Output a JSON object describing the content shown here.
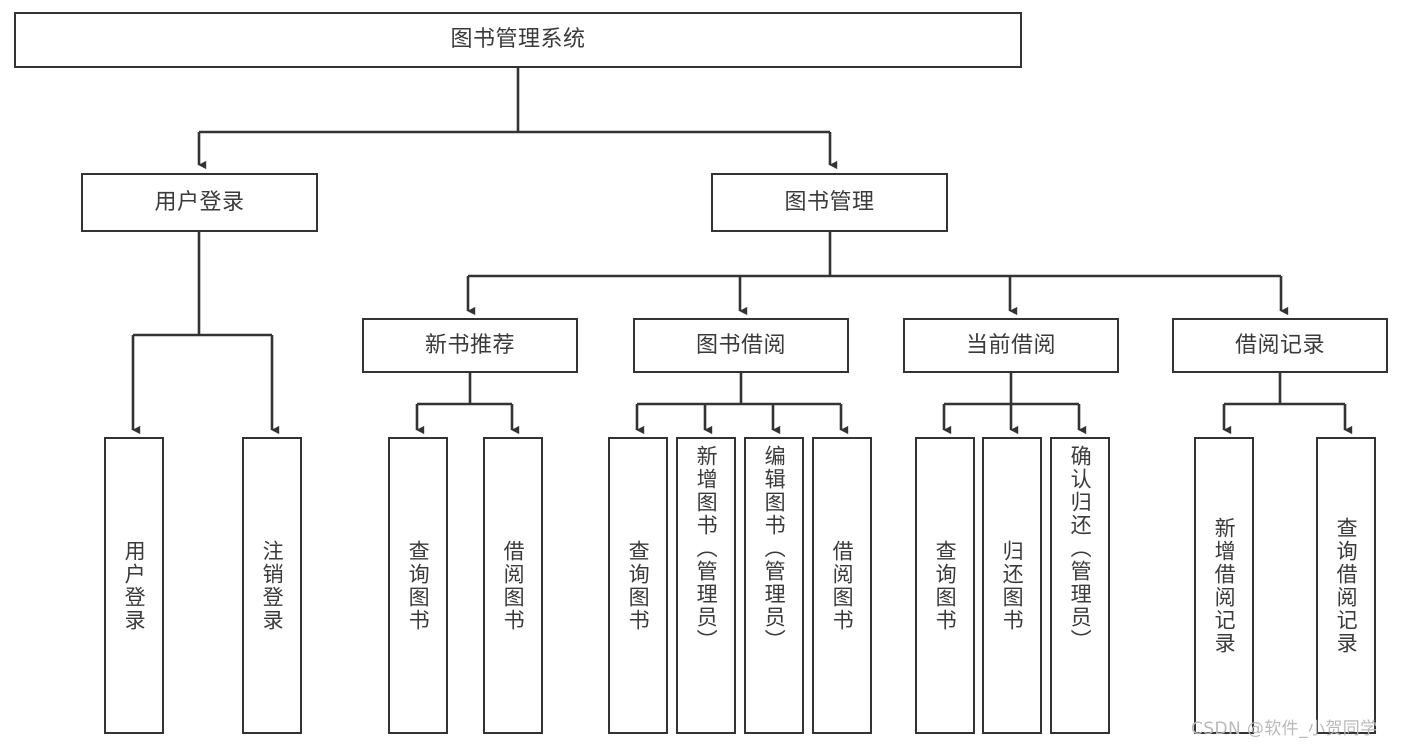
{
  "diagram": {
    "type": "tree-hierarchy",
    "title": "图书管理系统",
    "watermark": "CSDN @软件_小贺同学",
    "colors": {
      "background": "#ffffff",
      "stroke": "#333333",
      "text": "#3a3a3a",
      "watermark": "#b9b9b9"
    },
    "root": {
      "label": "图书管理系统"
    },
    "level2": [
      {
        "label": "用户登录"
      },
      {
        "label": "图书管理"
      }
    ],
    "level3": [
      {
        "label": "新书推荐"
      },
      {
        "label": "图书借阅"
      },
      {
        "label": "当前借阅"
      },
      {
        "label": "借阅记录"
      }
    ],
    "leaves": {
      "user_login": [
        {
          "label": "用户登录"
        },
        {
          "label": "注销登录"
        }
      ],
      "new_book_recommend": [
        {
          "label": "查询图书"
        },
        {
          "label": "借阅图书"
        }
      ],
      "book_borrow": [
        {
          "label": "查询图书"
        },
        {
          "label": "新增图书（管理员）"
        },
        {
          "label": "编辑图书（管理员）"
        },
        {
          "label": "借阅图书"
        }
      ],
      "current_borrow": [
        {
          "label": "查询图书"
        },
        {
          "label": "归还图书"
        },
        {
          "label": "确认归还（管理员）"
        }
      ],
      "borrow_records": [
        {
          "label": "新增借阅记录"
        },
        {
          "label": "查询借阅记录"
        }
      ]
    }
  }
}
